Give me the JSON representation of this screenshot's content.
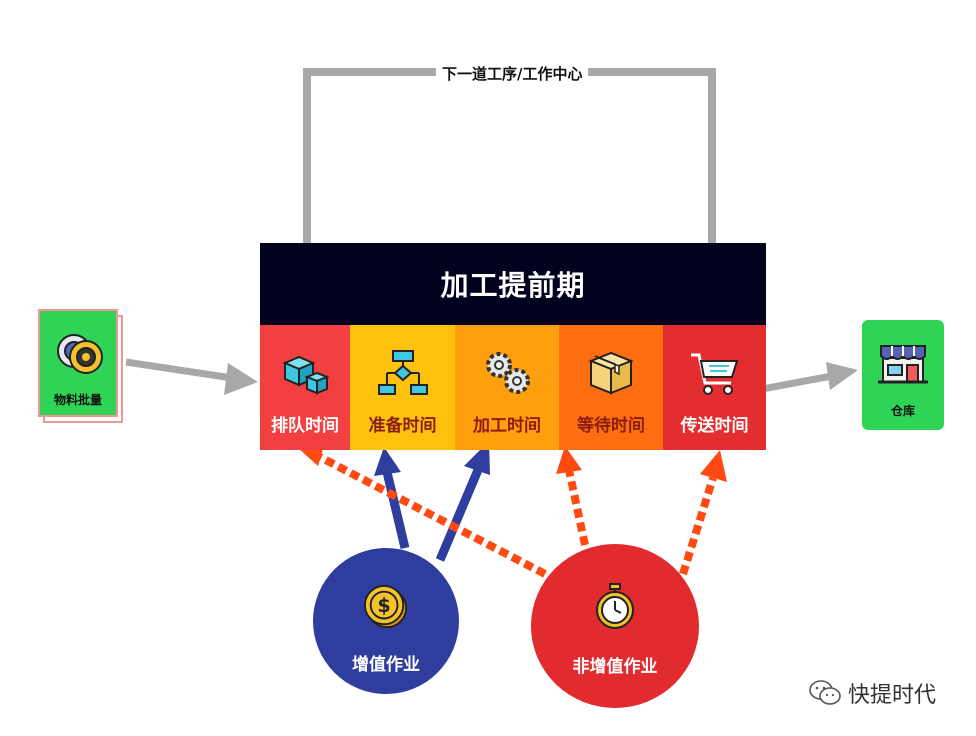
{
  "header": {
    "title": "加工提前期"
  },
  "loop": {
    "label": "下一道工序/工作中心"
  },
  "input": {
    "label": "物料批量",
    "icon": "coins-icon"
  },
  "output": {
    "label": "仓库",
    "icon": "store-icon"
  },
  "stages": [
    {
      "label": "排队时间",
      "color": "#f23f42",
      "text_color": "#ffffff",
      "icon": "cubes-icon"
    },
    {
      "label": "准备时间",
      "color": "#fec10d",
      "text_color": "#8a1e10",
      "icon": "flowchart-icon"
    },
    {
      "label": "加工时间",
      "color": "#fe9f0e",
      "text_color": "#8a1e10",
      "icon": "gears-icon"
    },
    {
      "label": "等待时间",
      "color": "#fe6d10",
      "text_color": "#8a1e10",
      "icon": "box-icon"
    },
    {
      "label": "传送时间",
      "color": "#e42d2f",
      "text_color": "#ffffff",
      "icon": "cart-icon"
    }
  ],
  "activities": [
    {
      "label": "增值作业",
      "color": "#2f3e9e",
      "icon": "dollar-coin-icon"
    },
    {
      "label": "非增值作业",
      "color": "#e12b2e",
      "icon": "stopwatch-icon"
    }
  ],
  "watermark": {
    "text": "快提时代"
  },
  "colors": {
    "flow_arrow": "#a8a8a8",
    "value_added_arrow": "#2f3e9e",
    "non_value_added_arrow": "#ff4a11"
  }
}
